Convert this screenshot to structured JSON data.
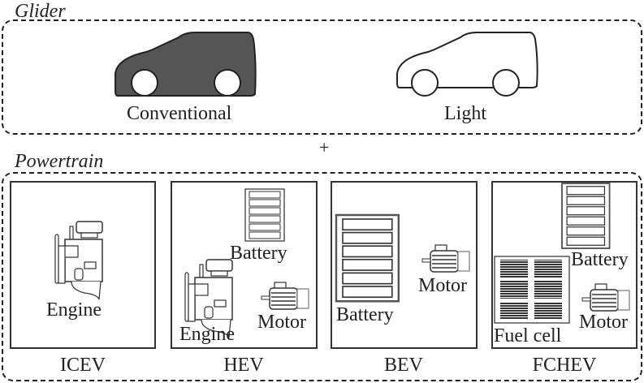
{
  "glider": {
    "title": "Glider",
    "options": [
      {
        "label": "Conventional",
        "style": "filled",
        "fill": "#555555"
      },
      {
        "label": "Light",
        "style": "outline",
        "fill": "#ffffff"
      }
    ]
  },
  "plus_sign": "+",
  "powertrain": {
    "title": "Powertrain",
    "types": [
      {
        "name": "ICEV",
        "components": [
          "Engine"
        ]
      },
      {
        "name": "HEV",
        "components": [
          "Battery",
          "Engine",
          "Motor"
        ]
      },
      {
        "name": "BEV",
        "components": [
          "Battery",
          "Motor"
        ]
      },
      {
        "name": "FCHEV",
        "components": [
          "Battery",
          "Fuel cell",
          "Motor"
        ]
      }
    ]
  }
}
